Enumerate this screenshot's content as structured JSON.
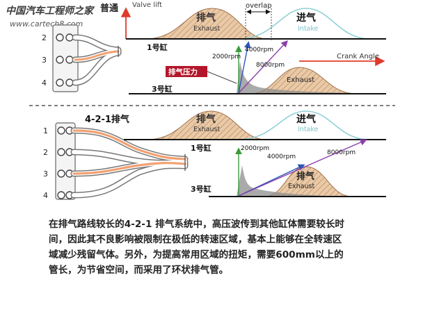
{
  "watermark": {
    "cn": "中国汽车工程师之家",
    "url": "www.cartech8.com"
  },
  "top": {
    "title": "普通",
    "valve_lift": "Valve lift",
    "overlap": "overlap",
    "exhaust_cn": "排气",
    "exhaust_en": "Exhaust",
    "intake_cn": "进气",
    "intake_en": "Intake",
    "cyl1": "1号缸",
    "cyl3": "3号缸",
    "pressure_label": "排气压力",
    "rpm_a": "2000rpm",
    "rpm_b": "4000rpm",
    "rpm_c": "8000rpm",
    "crank_angle": "Crank Angle",
    "exhaust2_en": "Exhaust",
    "ports": [
      "2",
      "3",
      "4"
    ]
  },
  "bottom": {
    "title": "4-2-1排气",
    "exhaust_cn": "排气",
    "exhaust_en": "Exhaust",
    "intake_cn": "进气",
    "intake_en": "Intake",
    "cyl1": "1号缸",
    "cyl3": "3号缸",
    "rpm_a": "2000rpm",
    "rpm_b": "4000rpm",
    "rpm_c": "8000rpm",
    "exhaust2_cn": "排气",
    "exhaust2_en": "Exhaust",
    "ports": [
      "1",
      "2",
      "3",
      "4"
    ]
  },
  "caption": {
    "lines": [
      "在排气路线较长的4-2-1 排气系统中，高压波传到其他缸体需要较长时",
      "间，因此其不良影响被限制在极低的转速区域，基本上能够在全转速区",
      "域减少残留气体。另外，为提高常用区域的扭矩，需要600mm以上的",
      "管长，为节省空间，而采用了环状排气管。"
    ]
  },
  "colors": {
    "exhaust_fill": "#e7c8a6",
    "intake_line": "#8fd0d6",
    "pipe_highlight": "#f2a070",
    "pressure_fill": "#8e8e8e",
    "red_arrow": "#e03a2a",
    "label_bg": "#b3162a",
    "rpm_2000": "#3c9a3c",
    "rpm_4000": "#2b57b8",
    "rpm_8000": "#8a3fa8"
  }
}
